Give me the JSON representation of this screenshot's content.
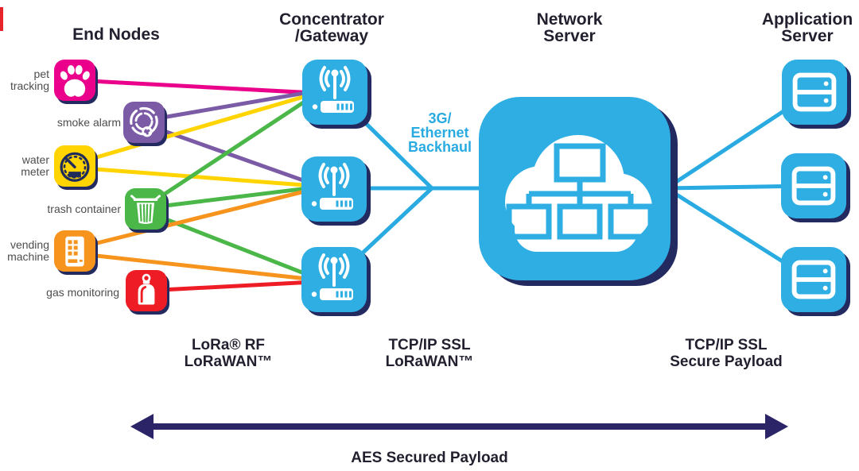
{
  "titles": {
    "end_nodes": "End Nodes",
    "concentrator": [
      "Concentrator",
      "/Gateway"
    ],
    "network_server": [
      "Network",
      "Server"
    ],
    "application_server": [
      "Application",
      "Server"
    ]
  },
  "end_nodes": [
    {
      "id": "pet-tracking",
      "label_lines": [
        "pet",
        "tracking"
      ],
      "color": "#EB008B",
      "icon": "paw-icon",
      "connects_to": [
        "gateway-1"
      ]
    },
    {
      "id": "smoke-alarm",
      "label_lines": [
        "smoke alarm"
      ],
      "color": "#7B5AA6",
      "icon": "smoke-detector-icon",
      "connects_to": [
        "gateway-1",
        "gateway-2"
      ]
    },
    {
      "id": "water-meter",
      "label_lines": [
        "water",
        "meter"
      ],
      "color": "#FFD400",
      "icon": "gauge-icon",
      "connects_to": [
        "gateway-1",
        "gateway-2"
      ]
    },
    {
      "id": "trash-container",
      "label_lines": [
        "trash container"
      ],
      "color": "#4BB748",
      "icon": "trash-icon",
      "connects_to": [
        "gateway-1",
        "gateway-2",
        "gateway-3"
      ]
    },
    {
      "id": "vending-machine",
      "label_lines": [
        "vending",
        "machine"
      ],
      "color": "#F7941E",
      "icon": "vending-machine-icon",
      "connects_to": [
        "gateway-2",
        "gateway-3"
      ]
    },
    {
      "id": "gas-monitoring",
      "label_lines": [
        "gas monitoring"
      ],
      "color": "#EE1C25",
      "icon": "gas-cylinder-icon",
      "connects_to": [
        "gateway-3"
      ]
    }
  ],
  "gateways": {
    "count": 3,
    "box_color": "#2FAEE3"
  },
  "network": {
    "backhaul_lines": [
      "3G/",
      "Ethernet",
      "Backhaul"
    ],
    "line_color": "#29ABE2",
    "backhaul_text_color": "#29ABE2"
  },
  "protocol_labels": {
    "lora": [
      "LoRa® RF",
      "LoRaWAN™"
    ],
    "tcpip_lorawan": [
      "TCP/IP SSL",
      "LoRaWAN™"
    ],
    "tcpip_secure": [
      "TCP/IP SSL",
      "Secure Payload"
    ]
  },
  "aes": {
    "label": "AES Secured Payload",
    "arrow_color": "#2B2567"
  }
}
